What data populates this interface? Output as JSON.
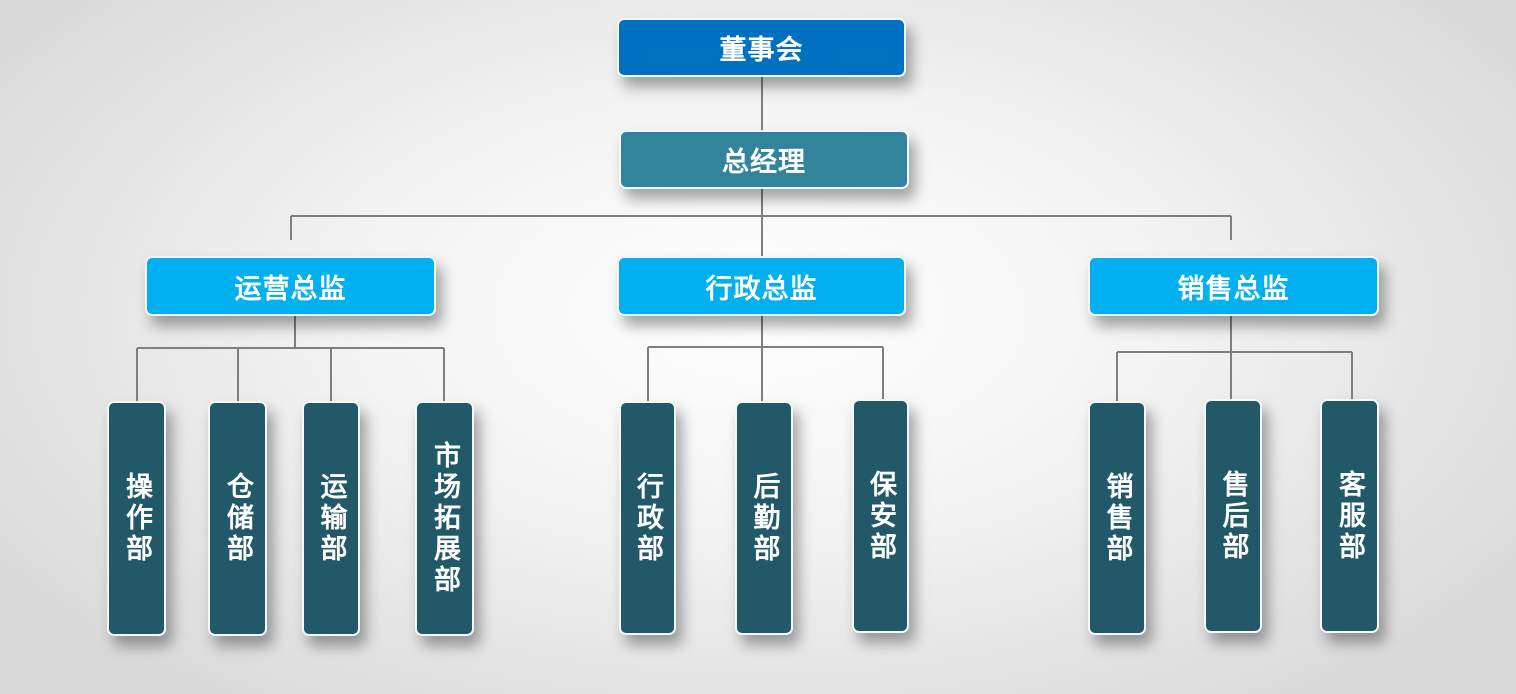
{
  "board": "董事会",
  "general_manager": "总经理",
  "directors": [
    {
      "label": "运营总监",
      "departments": [
        "操作部",
        "仓储部",
        "运输部",
        "市场拓展部"
      ]
    },
    {
      "label": "行政总监",
      "departments": [
        "行政部",
        "后勤部",
        "保安部"
      ]
    },
    {
      "label": "销售总监",
      "departments": [
        "销售部",
        "售后部",
        "客服部"
      ]
    }
  ],
  "colors": {
    "board": "#0070C0",
    "general_manager": "#31849B",
    "director": "#00B0F0",
    "department": "#215968",
    "connector": "#808080"
  }
}
